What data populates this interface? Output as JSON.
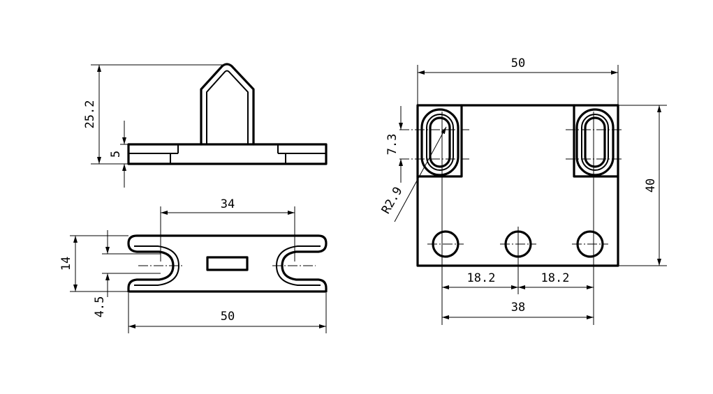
{
  "front_view": {
    "dim_height": "25.2",
    "dim_base": "5"
  },
  "top_view": {
    "dim_slot_spacing": "34",
    "dim_slot_width": "14",
    "dim_slot_gap": "4.5",
    "dim_length": "50"
  },
  "side_view": {
    "dim_width": "50",
    "dim_height": "40",
    "dim_slot_length": "7.3",
    "dim_radius": "R2.9",
    "dim_hole_spacing_left": "18.2",
    "dim_hole_spacing_right": "18.2",
    "dim_hole_span": "38"
  },
  "colors": {
    "line": "#000000",
    "background": "#ffffff"
  }
}
